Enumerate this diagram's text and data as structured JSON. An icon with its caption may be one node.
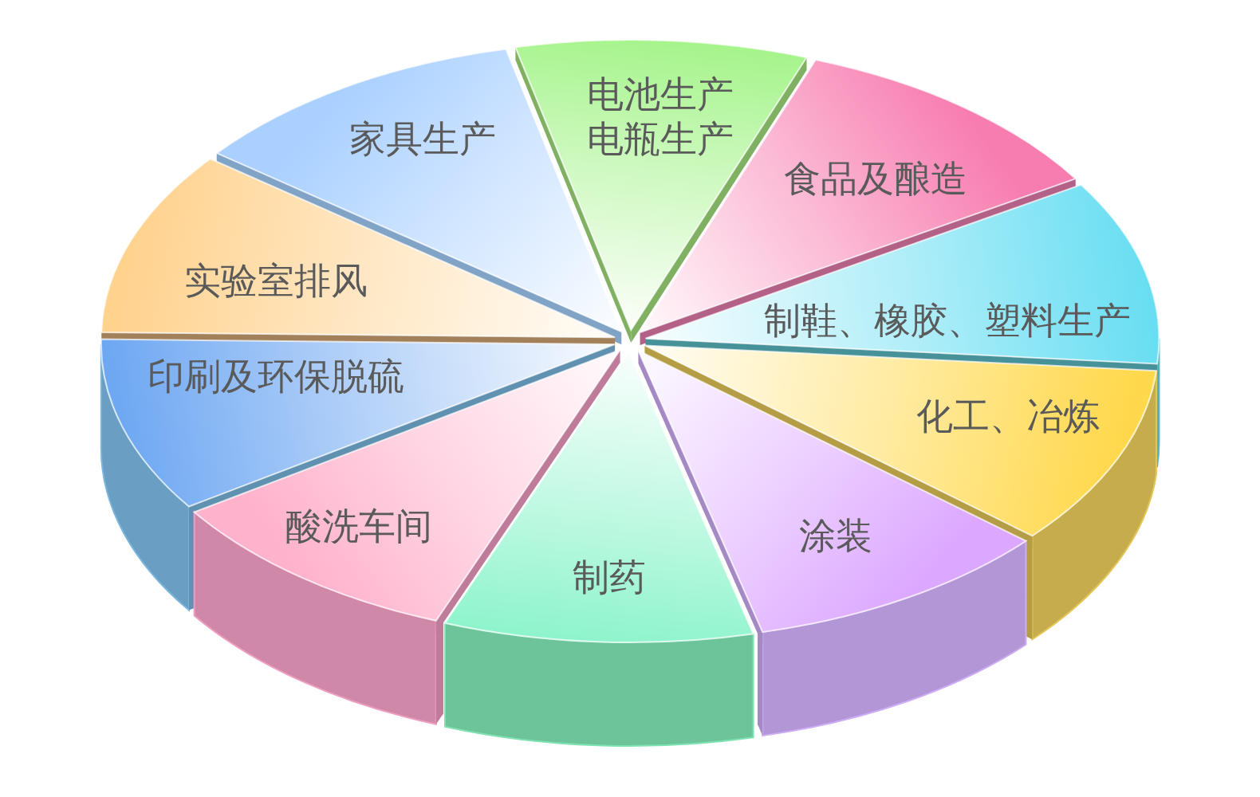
{
  "diagram": {
    "nodes": [
      {
        "text": [
          "电池生产",
          "电瓶生产"
        ]
      },
      {
        "text": [
          "食品及酿造"
        ]
      },
      {
        "text": [
          "制鞋、橡胶、塑料生产"
        ]
      },
      {
        "text": [
          "化工、冶炼"
        ]
      },
      {
        "text": [
          "涂装"
        ]
      },
      {
        "text": [
          "制药"
        ]
      },
      {
        "text": [
          "酸洗车间"
        ]
      },
      {
        "text": [
          "印刷及环保脱硫"
        ]
      },
      {
        "text": [
          "实验室排风"
        ]
      },
      {
        "text": [
          "家具生产"
        ]
      }
    ]
  }
}
